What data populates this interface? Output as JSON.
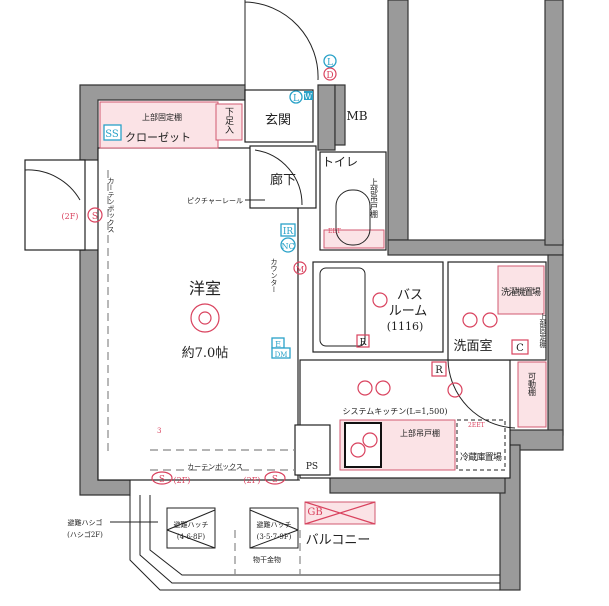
{
  "floorplan": {
    "rooms": {
      "western_room": "洋室",
      "western_room_size": "約7.0帖",
      "closet": "クローゼット",
      "closet_shelf": "上部固定棚",
      "shoe_box": "下足入",
      "entrance": "玄関",
      "meter_box": "MB",
      "hallway": "廊下",
      "toilet": "トイレ",
      "toilet_cabinet": "上部吊戸棚",
      "bathroom_line1": "バス",
      "bathroom_line2": "ルーム",
      "bathroom_size": "(1116)",
      "washroom": "洗面室",
      "washer_space": "洗濯機置場",
      "washroom_shelf": "上部固定棚",
      "movable_shelf": "可動棚",
      "kitchen": "システムキッチン(L=1,500)",
      "kitchen_cabinet": "上部吊戸棚",
      "fridge_space": "冷蔵庫置場",
      "pipe_space": "PS",
      "balcony": "バルコニー"
    },
    "labels": {
      "picture_rail": "ピクチャーレール",
      "curtain_box_left": "カーテンボックス",
      "curtain_box_bottom": "カーテンボックス",
      "counter": "カウンター",
      "escape_ladder": "避難ハシゴ",
      "escape_ladder_note": "(ハシゴ2F)",
      "hatch1_label": "避難ハッチ",
      "hatch1_floors": "(4·6·8F)",
      "hatch2_label": "避難ハッチ",
      "hatch2_floors": "(3·5·7·9F)",
      "drying_hardware": "物干金物",
      "floor_2f": "(2F)",
      "eet": "EET",
      "eet2": "2EET",
      "outlet_count": "3"
    },
    "symbols": {
      "SS": "SS",
      "L": "L",
      "D": "D",
      "W": "W",
      "IR": "IR",
      "NC": "NC",
      "M": "M",
      "E": "E",
      "DM": "DM",
      "S": "S",
      "C": "C",
      "R": "R",
      "GB": "GB"
    },
    "colors": {
      "wall": "#9a9a9a",
      "equipment": "#d9425e",
      "fixture_fill": "#fbe3e6",
      "info_symbol": "#2aa2c8"
    }
  }
}
